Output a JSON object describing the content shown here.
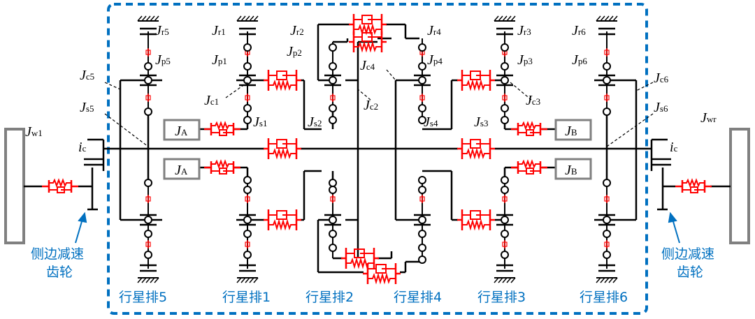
{
  "labels": {
    "Jw1": "w1",
    "Jwr": "wr",
    "ic_left": "c",
    "ic_right": "c",
    "Jc5": "c5",
    "Js5": "s5",
    "Jr5": "r5",
    "Jp5": "p5",
    "Jr1": "r1",
    "Jp1": "p1",
    "Jc1": "c1",
    "Js1": "s1",
    "Jr2": "r2",
    "Jp2": "p2",
    "Jc2": "c2",
    "Js2": "s2",
    "Jr4": "r4",
    "Jp4": "p4",
    "Jc4": "c4",
    "Js4": "s4",
    "Jr3": "r3",
    "Jp3": "p3",
    "Jc3": "c3",
    "Js3": "s3",
    "Jr6": "r6",
    "Jp6": "p6",
    "Jc6": "c6",
    "Js6": "s6",
    "JA_top": "A",
    "JA_bot": "A",
    "JB_top": "B",
    "JB_bot": "B"
  },
  "captions": {
    "pg5": "行星排5",
    "pg1": "行星排1",
    "pg2": "行星排2",
    "pg4": "行星排4",
    "pg3": "行星排3",
    "pg6": "行星排6",
    "side_left_1": "侧边减速",
    "side_left_2": "齿轮",
    "side_right_1": "侧边减速",
    "side_right_2": "齿轮"
  },
  "colors": {
    "frame": "#0070c0",
    "spring": "#ff0000",
    "line": "#000000",
    "box": "#808080"
  }
}
